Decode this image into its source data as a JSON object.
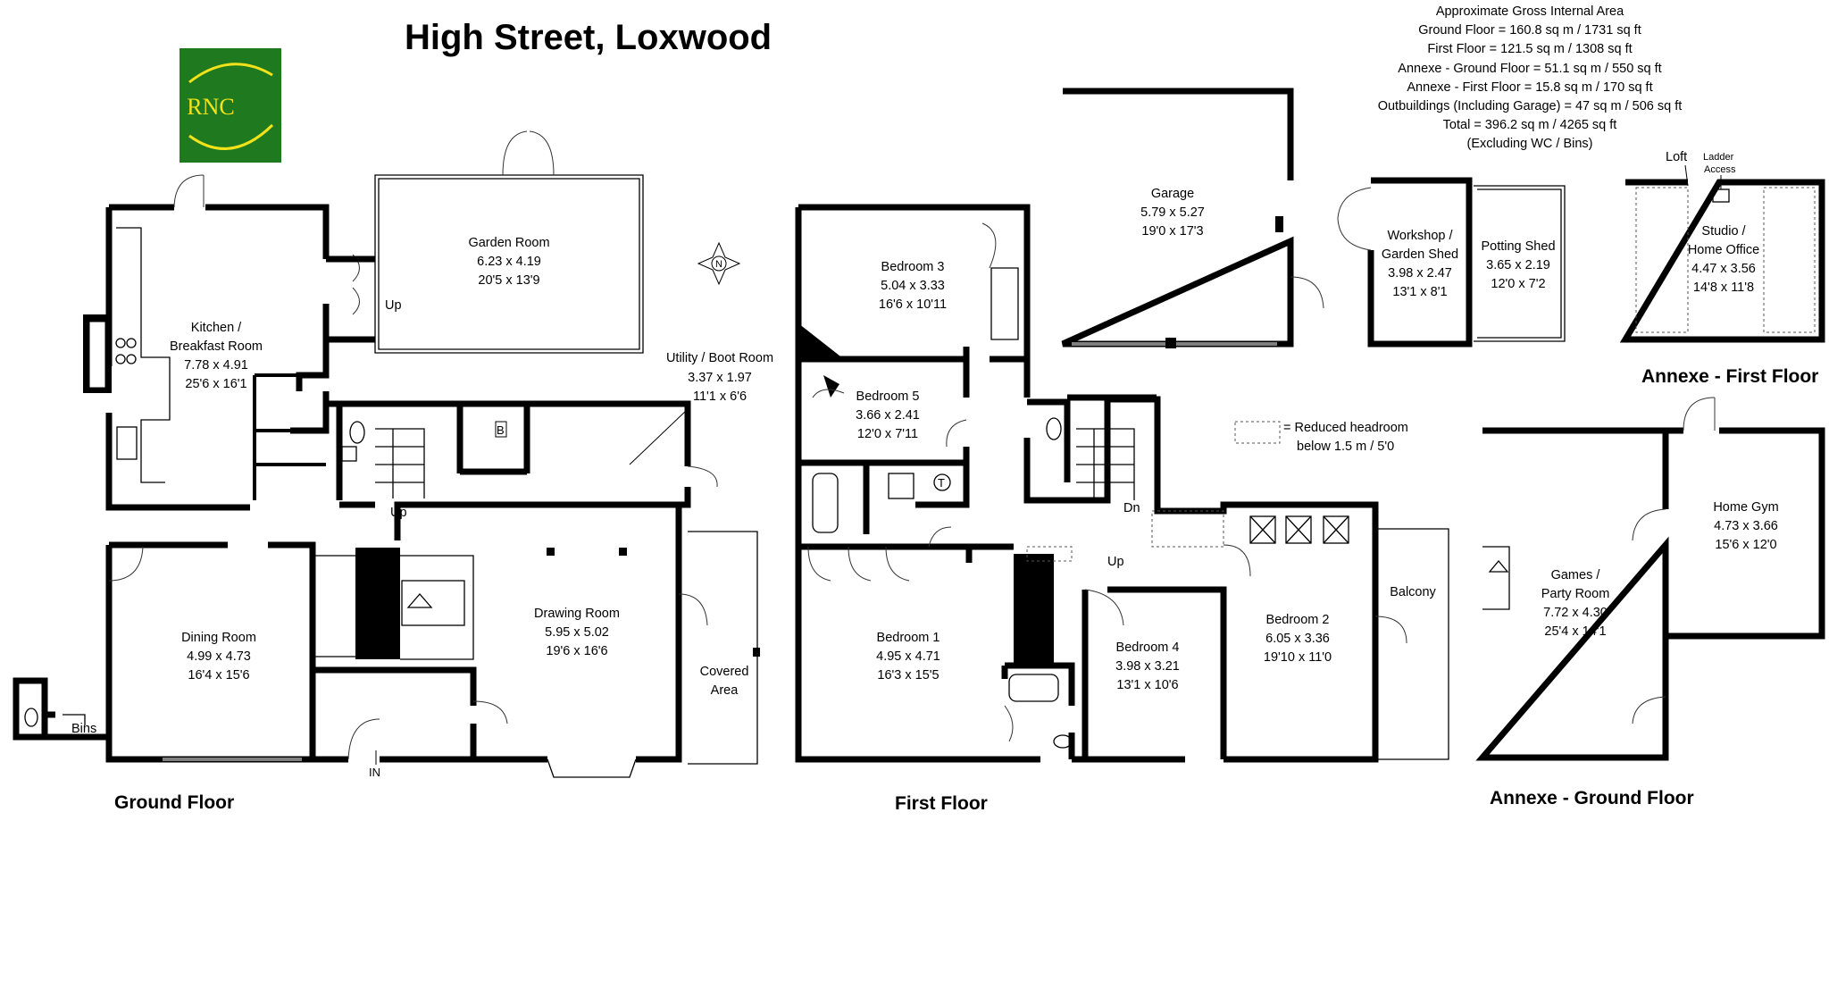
{
  "title": "High Street, Loxwood",
  "logo": {
    "text": "RNC",
    "bg_color": "#1f7a1f",
    "accent_color": "#f2e21a"
  },
  "areas": {
    "heading": "Approximate Gross Internal Area",
    "lines": [
      "Ground Floor = 160.8 sq m / 1731 sq ft",
      "First Floor = 121.5 sq m / 1308 sq ft",
      "Annexe - Ground Floor = 51.1 sq m / 550 sq ft",
      "Annexe - First Floor = 15.8 sq m / 170 sq ft",
      "Outbuildings (Including Garage) = 47 sq m / 506 sq ft",
      "Total = 396.2 sq m / 4265 sq ft",
      "(Excluding WC / Bins)"
    ]
  },
  "floor_labels": {
    "ground": "Ground Floor",
    "first": "First Floor",
    "annexe_ground": "Annexe - Ground Floor",
    "annexe_first": "Annexe - First Floor"
  },
  "rooms": {
    "kitchen": [
      "Kitchen /",
      "Breakfast Room",
      "7.78 x 4.91",
      "25'6 x 16'1"
    ],
    "garden_room": [
      "Garden Room",
      "6.23 x 4.19",
      "20'5 x 13'9"
    ],
    "utility": [
      "Utility / Boot Room",
      "3.37 x 1.97",
      "11'1 x 6'6"
    ],
    "dining": [
      "Dining Room",
      "4.99 x 4.73",
      "16'4 x 15'6"
    ],
    "drawing": [
      "Drawing Room",
      "5.95 x 5.02",
      "19'6 x 16'6"
    ],
    "covered": [
      "Covered",
      "Area"
    ],
    "bedroom3": [
      "Bedroom 3",
      "5.04 x 3.33",
      "16'6 x 10'11"
    ],
    "bedroom5": [
      "Bedroom 5",
      "3.66 x 2.41",
      "12'0 x 7'11"
    ],
    "bedroom1": [
      "Bedroom 1",
      "4.95 x 4.71",
      "16'3 x 15'5"
    ],
    "bedroom4": [
      "Bedroom 4",
      "3.98 x 3.21",
      "13'1 x 10'6"
    ],
    "bedroom2": [
      "Bedroom 2",
      "6.05 x 3.36",
      "19'10 x 11'0"
    ],
    "balcony": [
      "Balcony"
    ],
    "garage": [
      "Garage",
      "5.79 x 5.27",
      "19'0 x 17'3"
    ],
    "workshop": [
      "Workshop /",
      "Garden Shed",
      "3.98 x 2.47",
      "13'1 x 8'1"
    ],
    "potting": [
      "Potting Shed",
      "3.65 x 2.19",
      "12'0 x 7'2"
    ],
    "studio": [
      "Studio /",
      "Home Office",
      "4.47 x 3.56",
      "14'8 x 11'8"
    ],
    "games": [
      "Games /",
      "Party Room",
      "7.72 x 4.30",
      "25'4 x 14'1"
    ],
    "gym": [
      "Home Gym",
      "4.73 x 3.66",
      "15'6 x 12'0"
    ]
  },
  "markers": {
    "up": "Up",
    "dn": "Dn",
    "in": "IN",
    "bins": "Bins",
    "boiler": "B",
    "tank": "T",
    "compass": "N",
    "loft": "Loft",
    "ladder": [
      "Ladder",
      "Access"
    ]
  },
  "legend": [
    "= Reduced headroom",
    "below 1.5 m / 5'0"
  ]
}
